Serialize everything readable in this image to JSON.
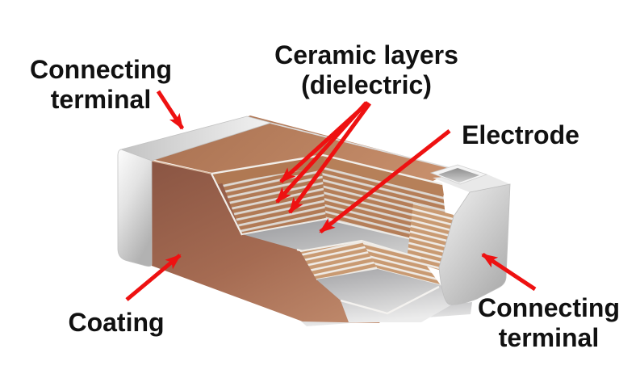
{
  "figure": {
    "type": "cutaway-diagram",
    "subject": "multilayer ceramic chip capacitor"
  },
  "labels": {
    "terminal_top_left": {
      "line1": "Connecting",
      "line2": "terminal"
    },
    "ceramic_layers": {
      "line1": "Ceramic layers",
      "line2": "(dielectric)"
    },
    "electrode": {
      "text": "Electrode"
    },
    "coating": {
      "text": "Coating"
    },
    "terminal_bottom_right": {
      "line1": "Connecting",
      "line2": "terminal"
    }
  },
  "colors": {
    "background": "#ffffff",
    "label_text": "#111111",
    "arrow_red": "#ee1111",
    "coating_front_dark": "#8a5543",
    "coating_front_light": "#c08a6c",
    "coating_top": "#b27b5a",
    "layer_copper": "#b17a55",
    "layer_copper_light": "#c99a72",
    "layer_stripe": "#e6e1db",
    "terminal_silver_light": "#f6f6f6",
    "terminal_silver_dark": "#aeaeae",
    "electrode_floor_gray": "#a0a1a5"
  }
}
